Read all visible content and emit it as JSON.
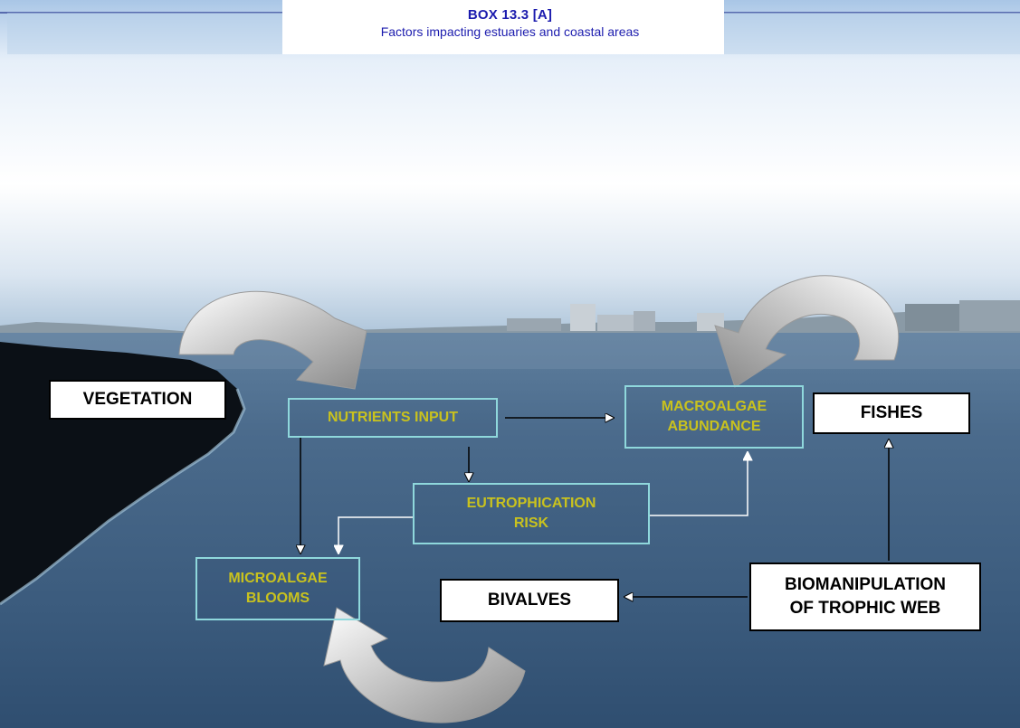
{
  "header": {
    "code": "BOX 13.3 [A]",
    "subtitle": "Factors impacting estuaries and coastal areas"
  },
  "nodes": {
    "vegetation": "VEGETATION",
    "fishes": "FISHES",
    "bivalves": "BIVALVES",
    "biomanipulation": "BIOMANIPULATION\nOF TROPHIC WEB",
    "nutrients_input": "NUTRIENTS INPUT",
    "macroalgae": "MACROALGAE\nABUNDANCE",
    "eutrophication": "EUTROPHICATION\nRISK",
    "microalgae": "MICROALGAE\nBLOOMS"
  },
  "colors": {
    "header_text": "#1c1cae",
    "process_text": "#c9c21e",
    "process_border": "#8fd8dc"
  }
}
